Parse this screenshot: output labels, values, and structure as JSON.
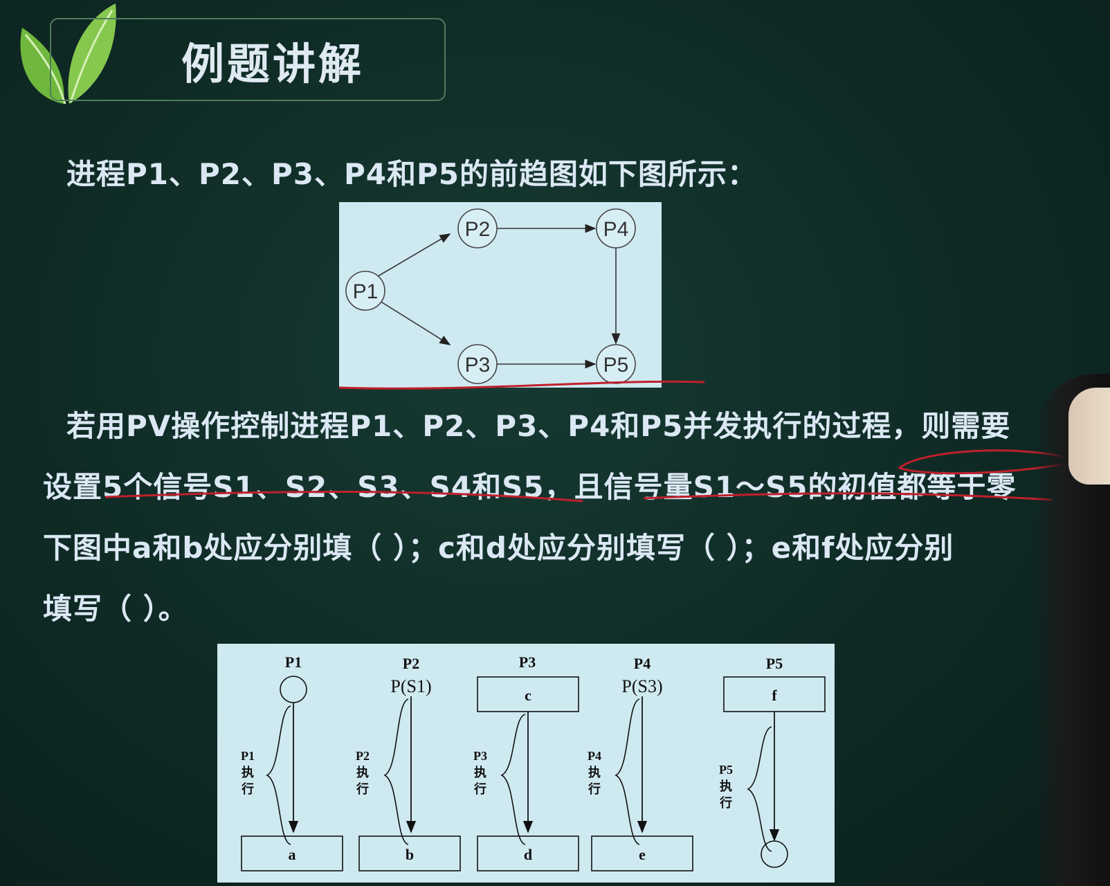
{
  "header": {
    "title": "例题讲解"
  },
  "question": {
    "intro": "进程P1、P2、P3、P4和P5的前趋图如下图所示：",
    "line1": "若用PV操作控制进程P1、P2、P3、P4和P5并发执行的过程，则需要",
    "line2": "设置5个信号S1、S2、S3、S4和S5，且信号量S1～S5的初值都等于零",
    "line3": "下图中a和b处应分别填（ ）；c和d处应分别填写（ ）；e和f处应分别",
    "line4": "填写（ ）。"
  },
  "precedence_graph": {
    "nodes": [
      "P1",
      "P2",
      "P3",
      "P4",
      "P5"
    ],
    "edges": [
      [
        "P1",
        "P2"
      ],
      [
        "P1",
        "P3"
      ],
      [
        "P2",
        "P4"
      ],
      [
        "P3",
        "P5"
      ],
      [
        "P4",
        "P5"
      ]
    ]
  },
  "pv_diagram": {
    "columns": [
      {
        "name": "P1",
        "top": "",
        "bottom": "a",
        "exec": [
          "P1",
          "执",
          "行"
        ]
      },
      {
        "name": "P2",
        "top": "P(S1)",
        "bottom": "b",
        "exec": [
          "P2",
          "执",
          "行"
        ]
      },
      {
        "name": "P3",
        "top": "c",
        "bottom": "d",
        "exec": [
          "P3",
          "执",
          "行"
        ]
      },
      {
        "name": "P4",
        "top": "P(S3)",
        "bottom": "e",
        "exec": [
          "P4",
          "执",
          "行"
        ]
      },
      {
        "name": "P5",
        "top": "f",
        "bottom": "",
        "exec": [
          "P5",
          "执",
          "行"
        ]
      }
    ]
  },
  "colors": {
    "panel_bg": "#cfe9f1",
    "text": "#dbe8f4",
    "annotation": "#c0202c",
    "leaf": "#7cc04a"
  }
}
